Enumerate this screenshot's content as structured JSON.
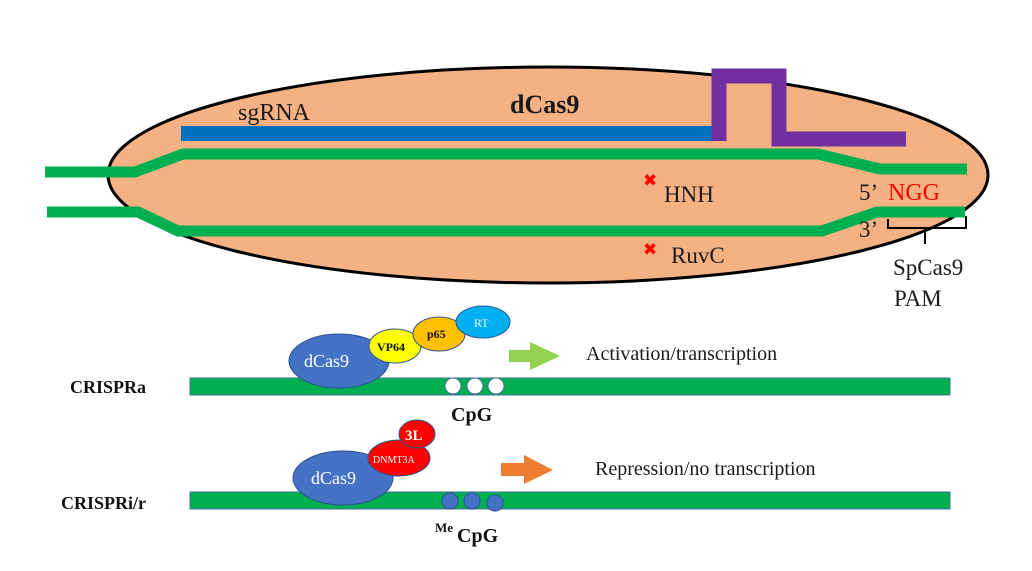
{
  "colors": {
    "cas9_body": "#f4b183",
    "dna_strand": "#00b050",
    "sgrna": "#0070c0",
    "pam_linker": "#7030a0",
    "mutation_mark": "#ff0000",
    "ngg_text": "#ff0000",
    "dcas9_blob": "#4472c4",
    "vp64": "#ffff00",
    "p65": "#ffc000",
    "rt": "#00b0f0",
    "dnmt3a": "#ff0000",
    "activation_arrow": "#92d050",
    "repression_arrow": "#ed7d31"
  },
  "top_panel": {
    "sgrna_label": "sgRNA",
    "dcas9_label": "dCas9",
    "hnh_label": "HNH",
    "ruvc_label": "RuvC",
    "five_prime": "5’",
    "three_prime": "3’",
    "ngg_label": "NGG",
    "pam_line1": "SpCas9",
    "pam_line2": "PAM",
    "mutation_symbol": "✖"
  },
  "crispra": {
    "row_label": "CRISPRa",
    "dcas9_label": "dCas9",
    "vp64_label": "VP64",
    "p65_label": "p65",
    "rt_label": "RT",
    "cpg_label": "CpG",
    "outcome_label": "Activation/transcription"
  },
  "crispri": {
    "row_label": "CRISPRi/r",
    "dcas9_label": "dCas9",
    "dnmt3a_label": "DNMT3A",
    "threel_label": "3L",
    "me_superscript": "Me",
    "cpg_label": "CpG",
    "outcome_label": "Repression/no transcription"
  }
}
